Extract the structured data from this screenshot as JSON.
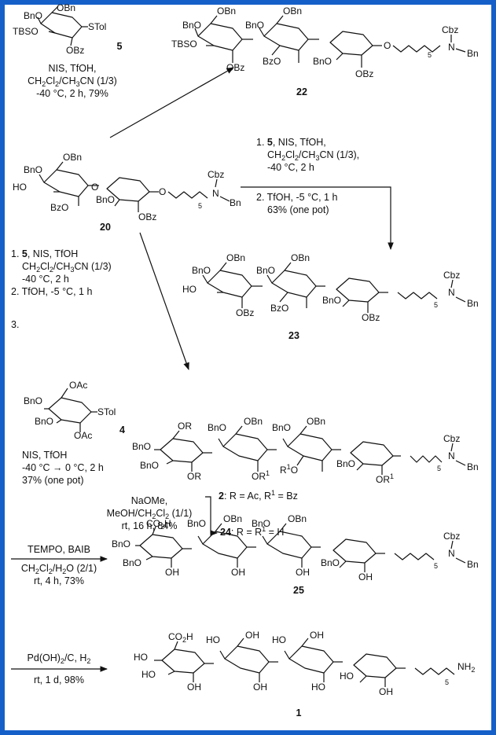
{
  "colors": {
    "frame": "#1560c8",
    "ink": "#111111",
    "background": "#ffffff"
  },
  "compounds": {
    "c5": {
      "number": "5",
      "groups": [
        "OBn",
        "BnO",
        "TBSO",
        "STol",
        "OBz"
      ]
    },
    "c22": {
      "number": "22",
      "groups": [
        "OBn",
        "BnO",
        "TBSO",
        "OBz",
        "OBn",
        "BnO",
        "BzO",
        "BnO",
        "OBz",
        "Cbz",
        "N",
        "Bn",
        "O",
        "5",
        "O"
      ]
    },
    "c20": {
      "number": "20",
      "groups": [
        "OBn",
        "BnO",
        "HO",
        "BzO",
        "BnO",
        "OBz",
        "O",
        "O",
        "Cbz",
        "N",
        "Bn",
        "5"
      ]
    },
    "c23": {
      "number": "23",
      "groups": [
        "OBn",
        "BnO",
        "HO",
        "OBz",
        "BnO",
        "OBn",
        "BzO",
        "BnO",
        "OBz",
        "Cbz",
        "N",
        "Bn",
        "5"
      ]
    },
    "c4": {
      "number": "4",
      "groups": [
        "OAc",
        "BnO",
        "BnO",
        "STol",
        "OAc"
      ]
    },
    "c2": {
      "number": "2",
      "label": ": R = Ac, R",
      "label_tail": " = Bz",
      "groups": [
        "OR",
        "BnO",
        "BnO",
        "OR",
        "BnO",
        "OBn",
        "OR",
        "BnO",
        "OBn",
        "O",
        "BnO",
        "OR",
        "Cbz",
        "N",
        "Bn",
        "5"
      ]
    },
    "c24": {
      "number": "24",
      "label": ": R = R",
      "label_tail": " = H"
    },
    "c25": {
      "number": "25",
      "groups": [
        "CO",
        "H",
        "BnO",
        "BnO",
        "OH",
        "BnO",
        "OBn",
        "BnO",
        "OBn",
        "OH",
        "O",
        "BnO",
        "OH",
        "Cbz",
        "N",
        "Bn",
        "5"
      ]
    },
    "c1": {
      "number": "1",
      "groups": [
        "CO",
        "H",
        "HO",
        "HO",
        "OH",
        "HO",
        "OH",
        "HO",
        "OH",
        "OH",
        "HO",
        "OH",
        "HO",
        "NH",
        "5"
      ]
    }
  },
  "conditions": {
    "step1": [
      "NIS, TfOH,",
      "CH2Cl2/CH3CN (1/3)",
      "-40 °C, 2 h, 79%"
    ],
    "step2": {
      "lines": [
        "1. 5, NIS, TfOH,",
        "CH2Cl2/CH3CN (1/3),",
        "-40 °C, 2 h",
        "2. TfOH, -5 °C, 1 h",
        "63% (one pot)"
      ]
    },
    "step3": {
      "lines": [
        "1. 5, NIS, TfOH",
        "CH2Cl2/CH3CN (1/3)",
        "-40 °C, 2 h",
        "2. TfOH, -5 °C, 1 h",
        "3.",
        "NIS, TfOH",
        "-40 °C → 0 °C, 2 h",
        "37% (one pot)"
      ]
    },
    "step4": [
      "NaOMe,",
      "MeOH/CH2Cl2 (1/1)",
      "rt, 16 h, 84%"
    ],
    "step5": [
      "TEMPO, BAIB",
      "CH2Cl2/H2O (2/1)",
      "rt, 4 h, 73%"
    ],
    "step6": [
      "Pd(OH)2/C, H2",
      "rt, 1 d, 98%"
    ]
  }
}
